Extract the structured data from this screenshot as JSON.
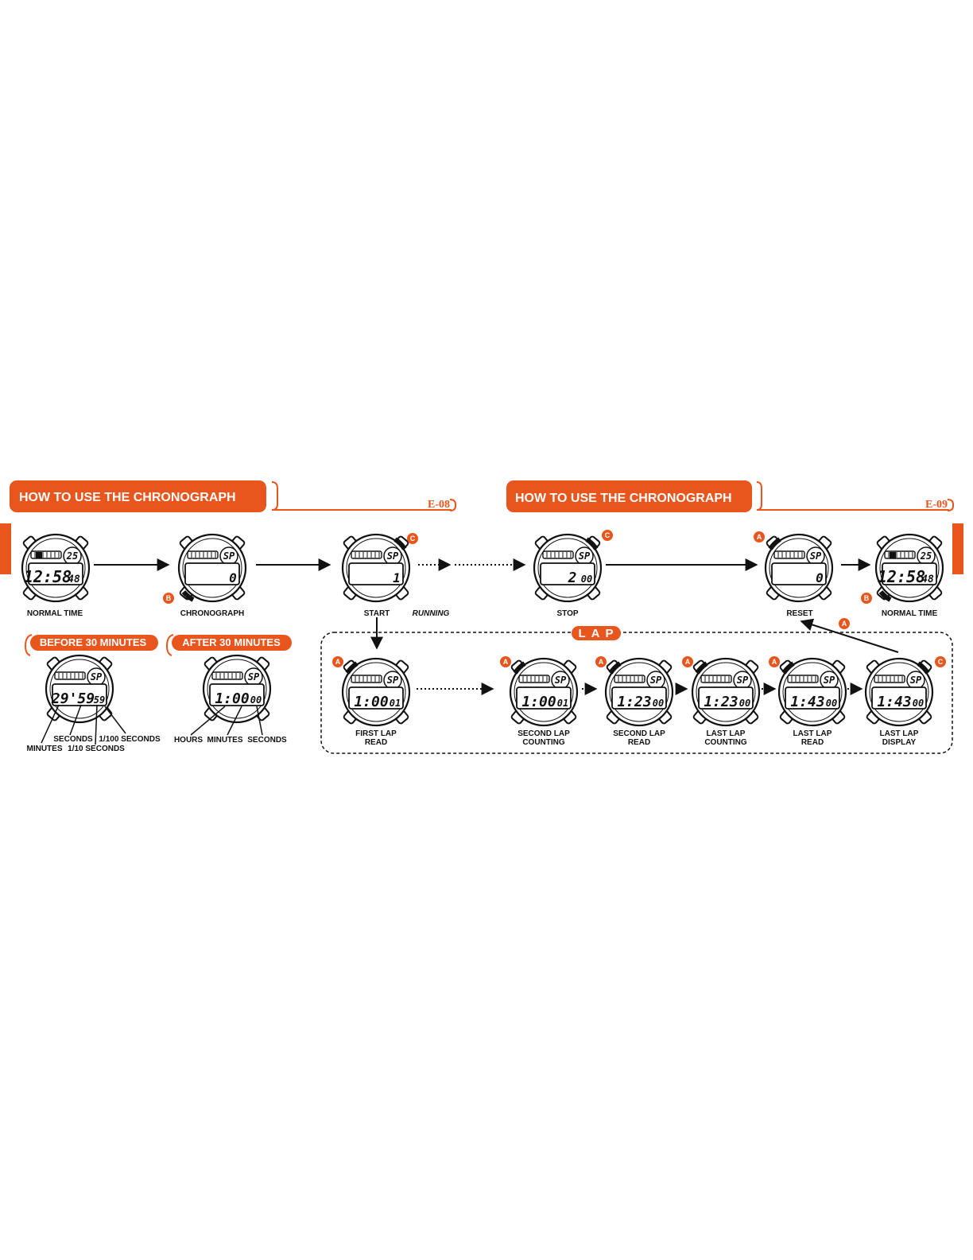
{
  "headers": [
    {
      "title": "HOW TO USE THE CHRONOGRAPH",
      "page": "E-08"
    },
    {
      "title": "HOW TO USE THE CHRONOGRAPH",
      "page": "E-09"
    }
  ],
  "colors": {
    "accent": "#e8561e",
    "ink": "#111111"
  },
  "flow": {
    "normal_time_1": "NORMAL TIME",
    "chronograph": "CHRONOGRAPH",
    "start": "START",
    "running": "RUNNING",
    "stop": "STOP",
    "reset": "RESET",
    "normal_time_2": "NORMAL TIME"
  },
  "buttons": {
    "a": "A",
    "b": "B",
    "c": "C"
  },
  "watch_displays": {
    "normal_top": "25",
    "normal_main": "12:58",
    "normal_sec": "48",
    "sp": "SP",
    "chrono_main": "0",
    "start_main": "1",
    "stop_main": "2",
    "stop_small": "00",
    "reset_main": "0"
  },
  "before_30": {
    "title": "BEFORE 30 MINUTES",
    "main": "29'59",
    "small": "59",
    "labels": {
      "seconds": "SECONDS",
      "hundredths": "1/100 SECONDS",
      "minutes": "MINUTES",
      "tenths": "1/10 SECONDS"
    }
  },
  "after_30": {
    "title": "AFTER 30 MINUTES",
    "main": "1:00",
    "small": "00",
    "labels": {
      "hours": "HOURS",
      "minutes": "MINUTES",
      "seconds": "SECONDS"
    }
  },
  "lap": {
    "title": "LAP",
    "items": [
      {
        "line1": "FIRST LAP",
        "line2": "READ",
        "main": "1:00",
        "small": "01"
      },
      {
        "line1": "SECOND LAP",
        "line2": "COUNTING",
        "main": "1:00",
        "small": "01"
      },
      {
        "line1": "SECOND LAP",
        "line2": "READ",
        "main": "1:23",
        "small": "00"
      },
      {
        "line1": "LAST LAP",
        "line2": "COUNTING",
        "main": "1:23",
        "small": "00"
      },
      {
        "line1": "LAST LAP",
        "line2": "READ",
        "main": "1:43",
        "small": "00"
      },
      {
        "line1": "LAST LAP",
        "line2": "DISPLAY",
        "main": "1:43",
        "small": "00"
      }
    ]
  }
}
